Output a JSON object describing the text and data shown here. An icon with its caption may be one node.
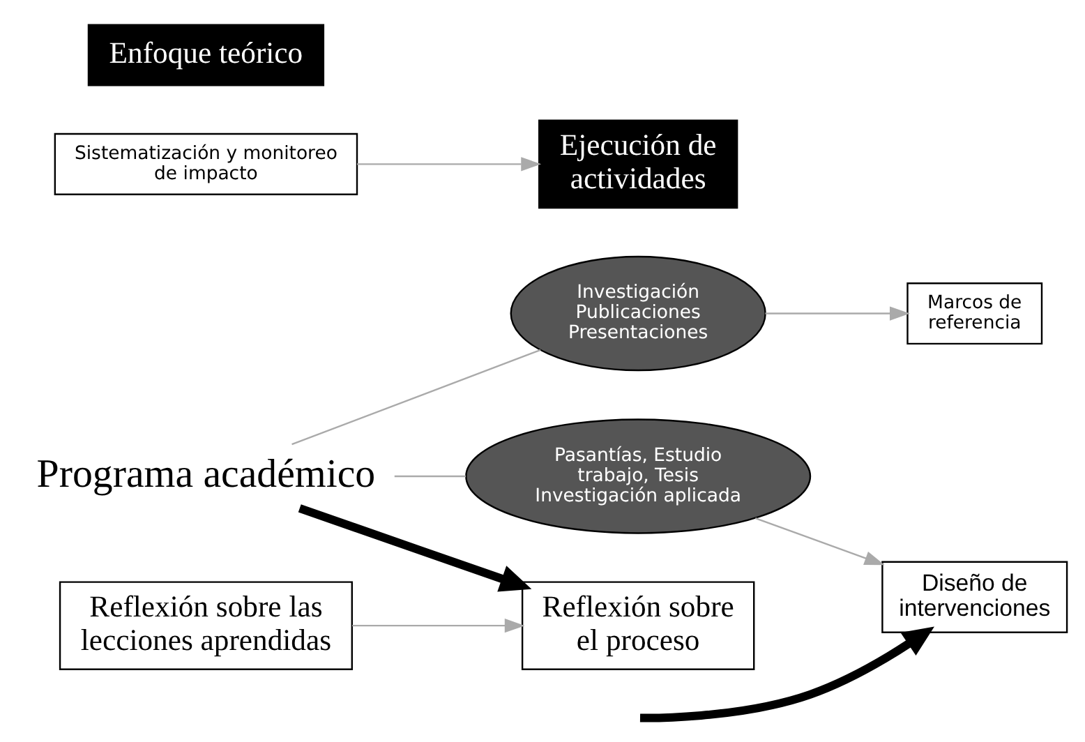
{
  "diagram": {
    "nodes": [
      {
        "text": [
          "Marcos de referencia"
        ]
      },
      {
        "text": [
          "Reflexión sobre las lecciones aprendidas"
        ]
      },
      {
        "text": [
          "Sistematización y monitoreo de impacto"
        ]
      },
      {
        "text": [
          "Investigación Publicaciones Presentaciones"
        ]
      },
      {
        "text": [
          "Enfoque teórico"
        ]
      },
      {
        "text": [
          "Reflexión sobre el proceso"
        ]
      },
      {
        "text": [
          "Ejecución de actividades"
        ]
      },
      {
        "text": [
          "Diseño de intervenciones"
        ]
      },
      {
        "text": [
          "Programa académico"
        ]
      },
      {
        "text": [
          "Pasantías, Estudio trabajo, Tesis Investigación aplicada"
        ]
      }
    ],
    "edges": [
      {
        "from": 3,
        "to": 0,
        "arrow": "to",
        "color": "#aaaaaa"
      },
      {
        "from": 8,
        "to": 3,
        "arrow": "none",
        "color": "#aaaaaa"
      },
      {
        "from": 1,
        "to": 5,
        "arrow": "to",
        "color": "#aaaaaa"
      },
      {
        "from": 2,
        "to": 6,
        "arrow": "to",
        "color": "#aaaaaa"
      },
      {
        "from": 8,
        "to": 5,
        "arrow": "to",
        "style": "thick",
        "color": "#000000"
      },
      {
        "from": 8,
        "to": 9,
        "arrow": "none",
        "color": "#aaaaaa"
      },
      {
        "from": 9,
        "to": 7,
        "arrow": "to",
        "color": "#aaaaaa"
      },
      {
        "from": null,
        "to": 7,
        "arrow": "to",
        "style": "thick",
        "color": "#000000"
      }
    ]
  }
}
